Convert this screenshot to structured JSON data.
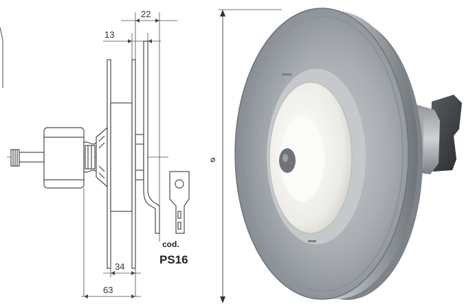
{
  "drawing": {
    "dimensions": {
      "d22": "22",
      "d13": "13",
      "d34": "34",
      "d63": "63"
    },
    "diameter_symbol": "⌀",
    "code_label": "cod.",
    "code_value": "PS16"
  },
  "colors": {
    "line": "#4a4a4a",
    "pulley_steel": "#9ea3a8",
    "hub": "#efefec",
    "hub_insert": "#ffffff",
    "bolt": "#6f7378",
    "bracket_dark": "#3c3f42"
  }
}
